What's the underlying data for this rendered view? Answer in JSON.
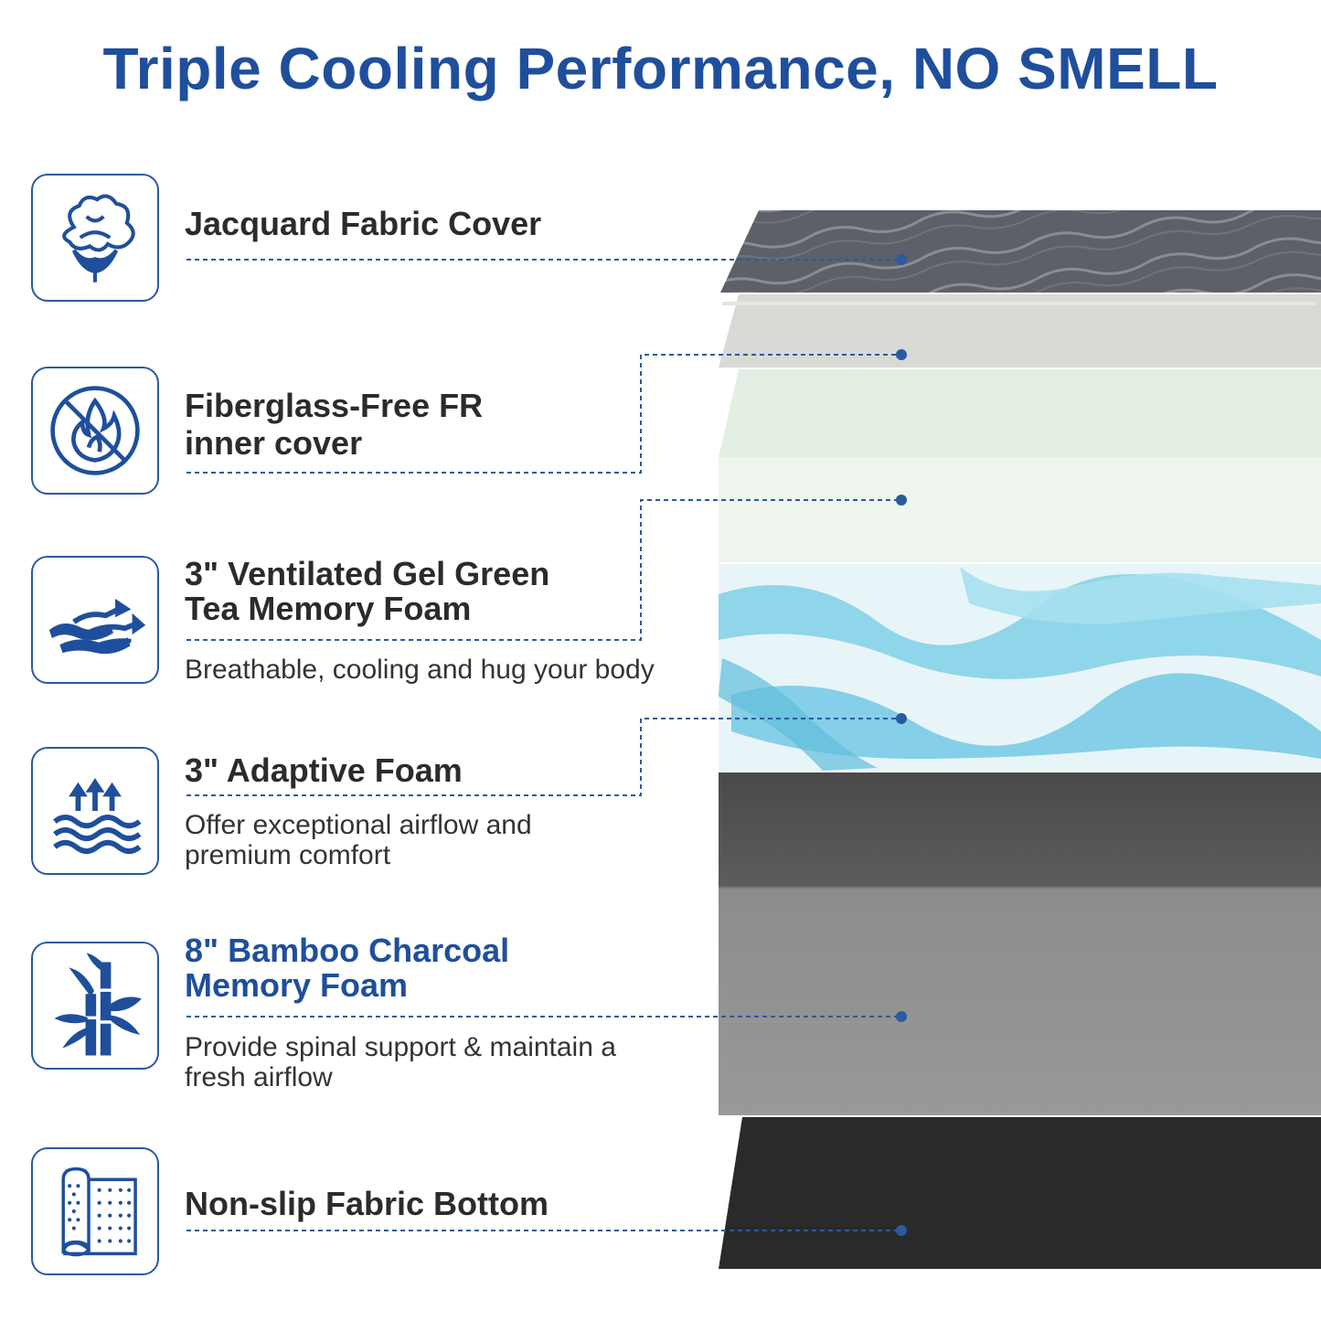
{
  "title": "Triple Cooling Performance, NO SMELL",
  "colors": {
    "brand_blue": "#1f4f9c",
    "text_dark": "#2b2b2b",
    "cover_gray": "#5d6068",
    "fr_layer": "#d9d9d6",
    "gel_green": "#e4efe4",
    "swirl_blue": "#7fd0e8",
    "charcoal_top": "#4a4a4a",
    "charcoal_side": "#8e8e8e",
    "bottom_black": "#2a2a2a"
  },
  "layers": [
    {
      "icon": "cotton-icon",
      "title_line1": "Jacquard Fabric Cover",
      "title_line2": "",
      "description_line1": "",
      "description_line2": ""
    },
    {
      "icon": "no-fire-icon",
      "title_line1": "Fiberglass-Free FR",
      "title_line2": "inner cover",
      "description_line1": "",
      "description_line2": ""
    },
    {
      "icon": "airflow-icon",
      "title_line1": "3\" Ventilated Gel Green",
      "title_line2": "Tea Memory Foam",
      "description_line1": "Breathable, cooling and hug your body",
      "description_line2": ""
    },
    {
      "icon": "waves-arrows-icon",
      "title_line1": "3\" Adaptive Foam",
      "title_line2": "",
      "description_line1": "Offer exceptional airflow and",
      "description_line2": "premium comfort"
    },
    {
      "icon": "bamboo-icon",
      "title_line1": "8\" Bamboo Charcoal",
      "title_line2": "Memory Foam",
      "description_line1": "Provide spinal support & maintain a",
      "description_line2": "fresh airflow"
    },
    {
      "icon": "fabric-roll-icon",
      "title_line1": "Non-slip Fabric Bottom",
      "title_line2": "",
      "description_line1": "",
      "description_line2": ""
    }
  ]
}
